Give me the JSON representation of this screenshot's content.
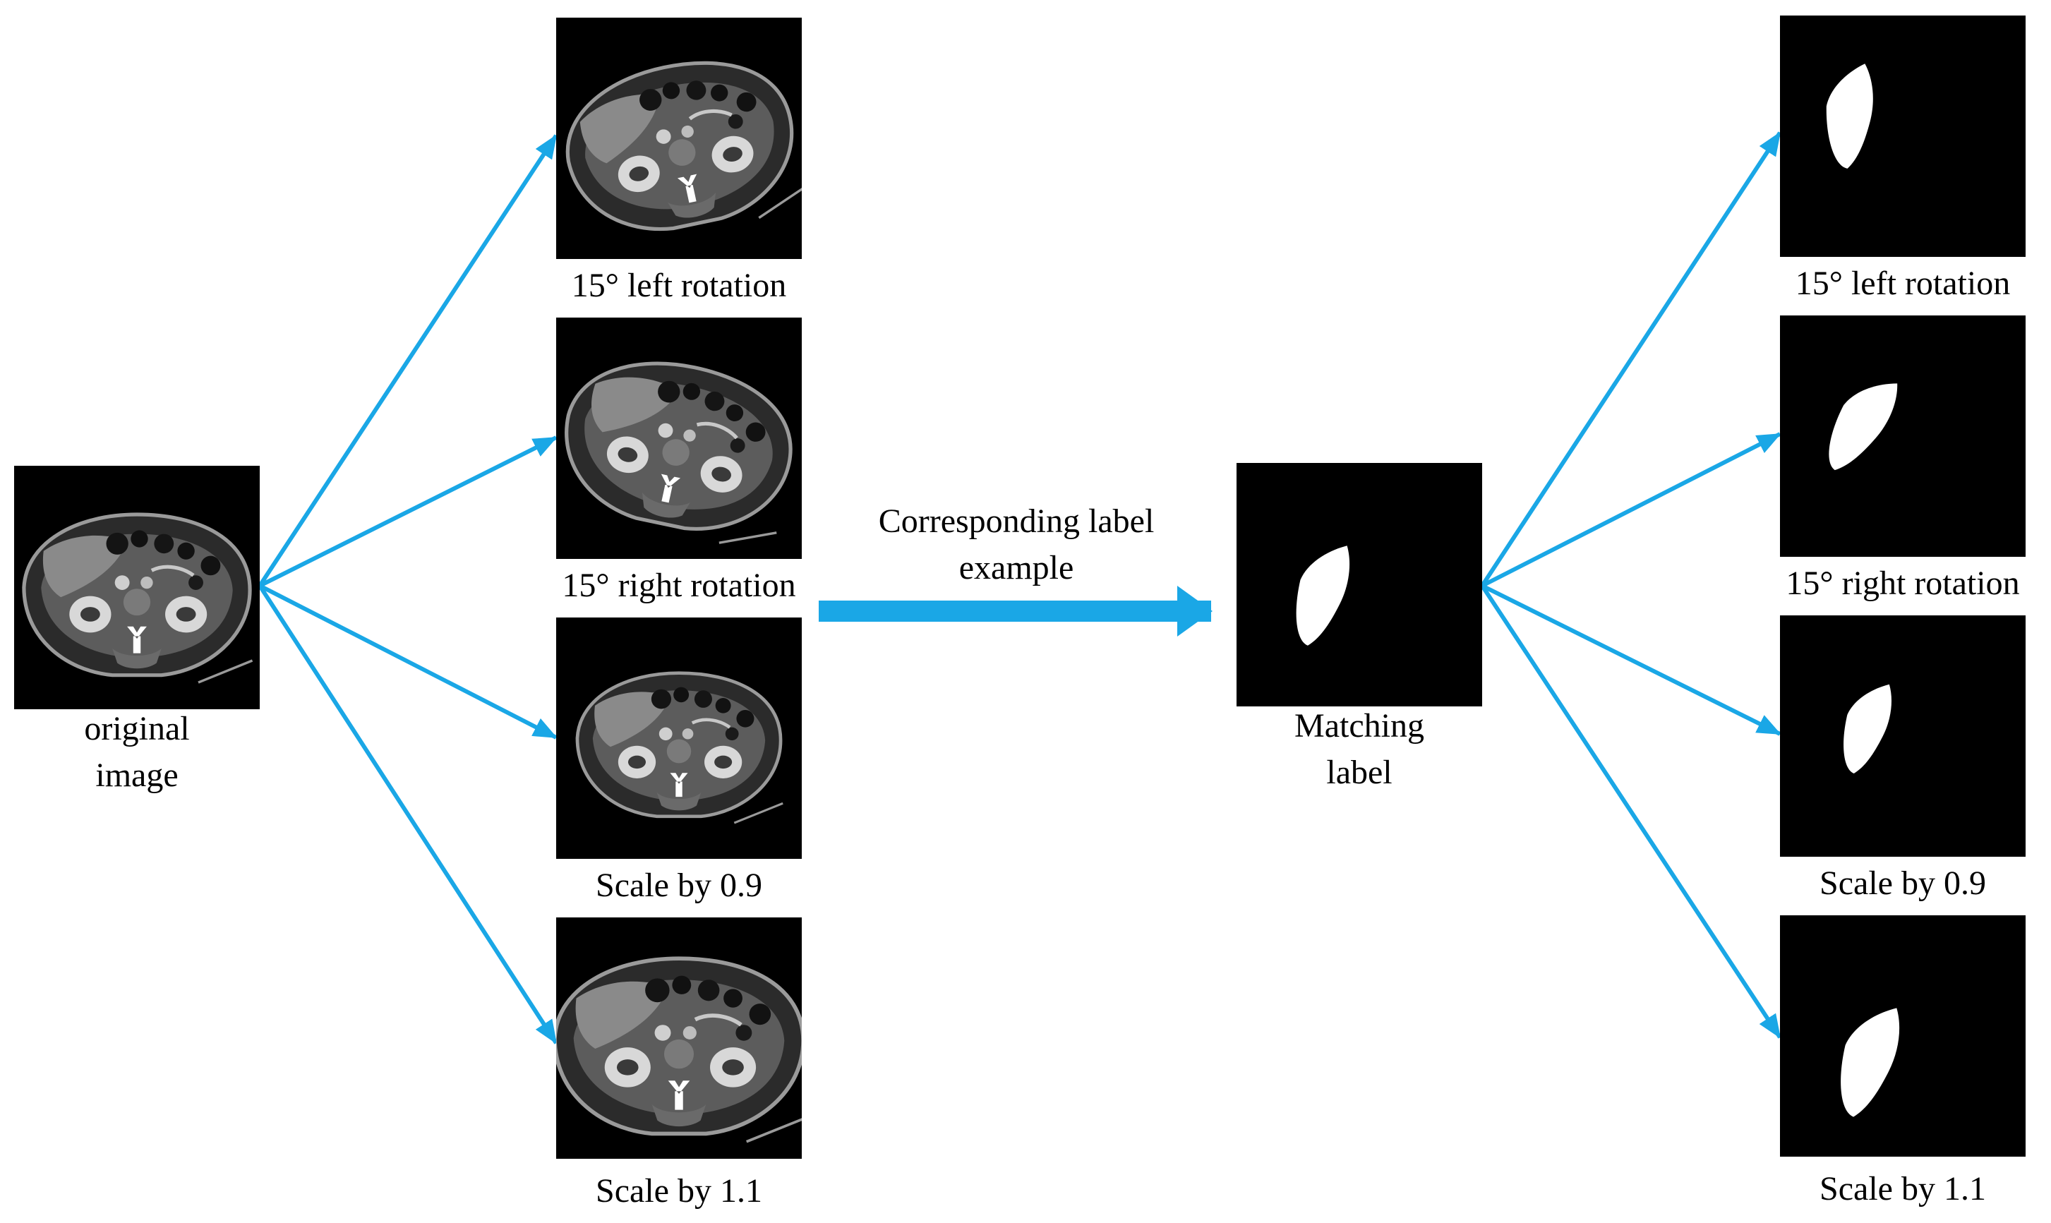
{
  "original": {
    "caption_line1": "original",
    "caption_line2": "image"
  },
  "augmented_images": [
    {
      "caption": "15° left rotation"
    },
    {
      "caption": "15° right rotation"
    },
    {
      "caption": "Scale by 0.9"
    },
    {
      "caption": "Scale by 1.1"
    }
  ],
  "transfer": {
    "caption_line1": "Corresponding label",
    "caption_line2": "example"
  },
  "matching_label": {
    "caption_line1": "Matching",
    "caption_line2": "label"
  },
  "augmented_labels": [
    {
      "caption": "15° left rotation"
    },
    {
      "caption": "15° right rotation"
    },
    {
      "caption": "Scale by 0.9"
    },
    {
      "caption": "Scale by 1.1"
    }
  ],
  "colors": {
    "arrow": "#1aa7e6",
    "panel_background": "#000000",
    "mask": "#ffffff"
  },
  "icons": {
    "ct_scan": "ct-scan-image",
    "mask": "organ-mask-image"
  }
}
